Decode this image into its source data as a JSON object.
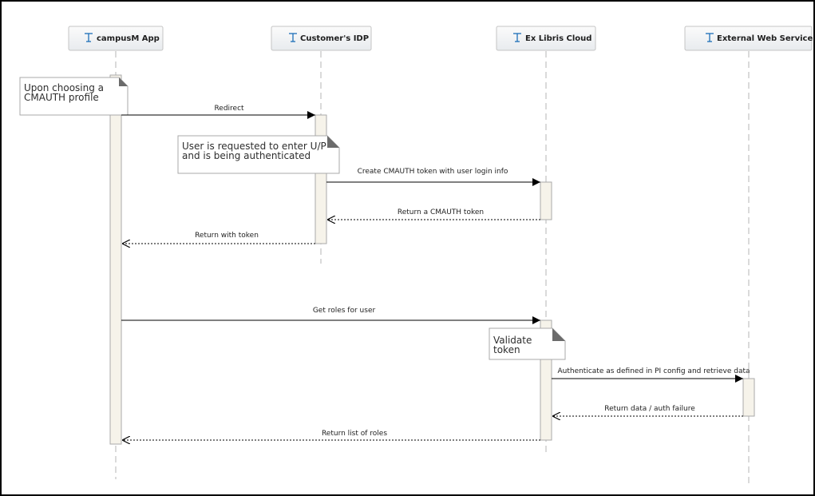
{
  "participants": [
    {
      "id": "app",
      "label": "campusM App",
      "icon": "lifeline-icon"
    },
    {
      "id": "idp",
      "label": "Customer's IDP",
      "icon": "lifeline-icon"
    },
    {
      "id": "cloud",
      "label": "Ex Libris Cloud",
      "icon": "lifeline-icon"
    },
    {
      "id": "ext",
      "label": "External Web Service",
      "icon": "lifeline-icon"
    }
  ],
  "notes": [
    {
      "id": "note-cmauth-profile",
      "lines": [
        "Upon choosing a",
        "CMAUTH profile"
      ]
    },
    {
      "id": "note-user-authenticated",
      "lines": [
        "User is requested to enter U/P",
        "and is being authenticated"
      ]
    },
    {
      "id": "note-validate-token",
      "lines": [
        "Validate",
        "token"
      ]
    }
  ],
  "messages": [
    {
      "id": "redirect",
      "from": "app",
      "to": "idp",
      "label": "Redirect",
      "style": "sync"
    },
    {
      "id": "create-token",
      "from": "idp",
      "to": "cloud",
      "label": "Create CMAUTH token with user login info",
      "style": "sync"
    },
    {
      "id": "return-token",
      "from": "cloud",
      "to": "idp",
      "label": "Return a CMAUTH token",
      "style": "return"
    },
    {
      "id": "return-with-token",
      "from": "idp",
      "to": "app",
      "label": "Return with token",
      "style": "return"
    },
    {
      "id": "get-roles",
      "from": "app",
      "to": "cloud",
      "label": "Get roles for user",
      "style": "sync"
    },
    {
      "id": "authenticate",
      "from": "cloud",
      "to": "ext",
      "label": "Authenticate as defined in PI config and retrieve data",
      "style": "sync"
    },
    {
      "id": "return-data",
      "from": "ext",
      "to": "cloud",
      "label": "Return data / auth failure",
      "style": "return"
    },
    {
      "id": "return-roles",
      "from": "cloud",
      "to": "app",
      "label": "Return list of roles",
      "style": "return"
    }
  ]
}
